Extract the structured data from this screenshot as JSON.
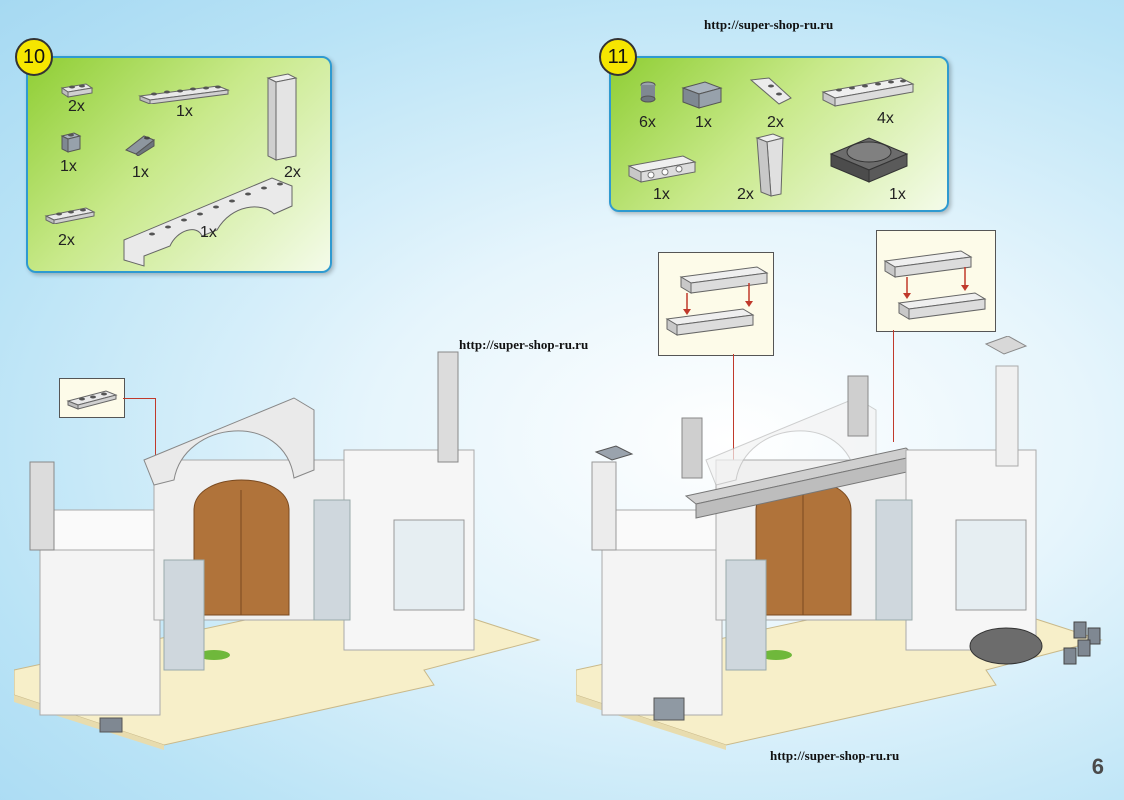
{
  "page": {
    "number": "6",
    "url_label": "http://super-shop-ru.ru"
  },
  "colors": {
    "panel_border": "#2f9ad0",
    "panel_green": "#8fce34",
    "badge_yellow": "#f6e600",
    "door_brown": "#b0733a",
    "arrow_red": "#c0392b"
  },
  "step10": {
    "number": "10",
    "parts": [
      {
        "name": "1x2 plate grey",
        "qty": "2x"
      },
      {
        "name": "1x6 plate grey",
        "qty": "1x"
      },
      {
        "name": "1x2x5 column white",
        "qty": "2x"
      },
      {
        "name": "1x1 brick grey",
        "qty": "1x"
      },
      {
        "name": "slope grey",
        "qty": "1x"
      },
      {
        "name": "1x3 plate grey",
        "qty": "2x"
      },
      {
        "name": "arch 1x8 white",
        "qty": "1x"
      }
    ]
  },
  "step11": {
    "number": "11",
    "parts": [
      {
        "name": "1x1 round grey",
        "qty": "6x"
      },
      {
        "name": "corner brick grey",
        "qty": "1x"
      },
      {
        "name": "wedge plate white",
        "qty": "2x"
      },
      {
        "name": "1x6 brick white",
        "qty": "4x"
      },
      {
        "name": "technic brick white",
        "qty": "1x"
      },
      {
        "name": "support column white",
        "qty": "2x"
      },
      {
        "name": "turntable dark grey",
        "qty": "1x"
      }
    ]
  }
}
